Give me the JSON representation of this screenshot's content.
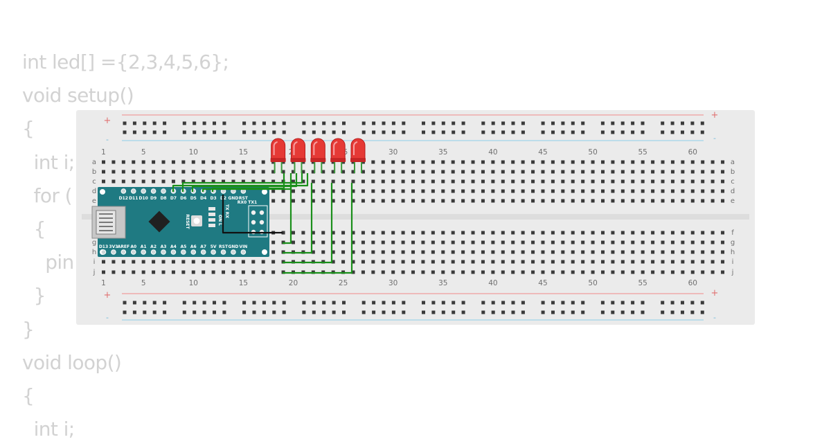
{
  "code_lines": [
    "int led[] ={2,3,4,5,6};",
    "void setup()",
    "{",
    "  int i;",
    "  for (",
    "  {",
    "    pin",
    "  }",
    "}",
    "void loop()",
    "{",
    "  int i;"
  ],
  "breadboard": {
    "row_letters_top": [
      "a",
      "b",
      "c",
      "d",
      "e"
    ],
    "row_letters_bottom": [
      "f",
      "g",
      "h",
      "i",
      "j"
    ],
    "column_numbers": [
      "1",
      "5",
      "10",
      "15",
      "20",
      "25",
      "30",
      "35",
      "40",
      "45",
      "50",
      "55",
      "60"
    ],
    "rail_plus": "+",
    "rail_minus": "-"
  },
  "arduino": {
    "top_pins": [
      "D12",
      "D11",
      "D10",
      "D9",
      "D8",
      "D7",
      "D6",
      "D5",
      "D4",
      "D3",
      "D2",
      "GND",
      "RST"
    ],
    "bottom_pins": [
      "D13",
      "3V3",
      "AREF",
      "A0",
      "A1",
      "A2",
      "A3",
      "A4",
      "A5",
      "A6",
      "A7",
      "5V",
      "RST",
      "GND",
      "VIN"
    ],
    "serial_label": "RX0 TX1",
    "tx_rx_label": "TX RX",
    "reset_label": "RESET",
    "power_label": "ON L"
  },
  "leds": {
    "count": 5,
    "color": "#e53935"
  },
  "colors": {
    "wire_green": "#1a8f1a",
    "wire_black": "#111111",
    "board_teal": "#1f7a82",
    "rail_red": "#f08a8a",
    "rail_blue": "#8ccfe8",
    "code_text": "#d2d2d2"
  }
}
